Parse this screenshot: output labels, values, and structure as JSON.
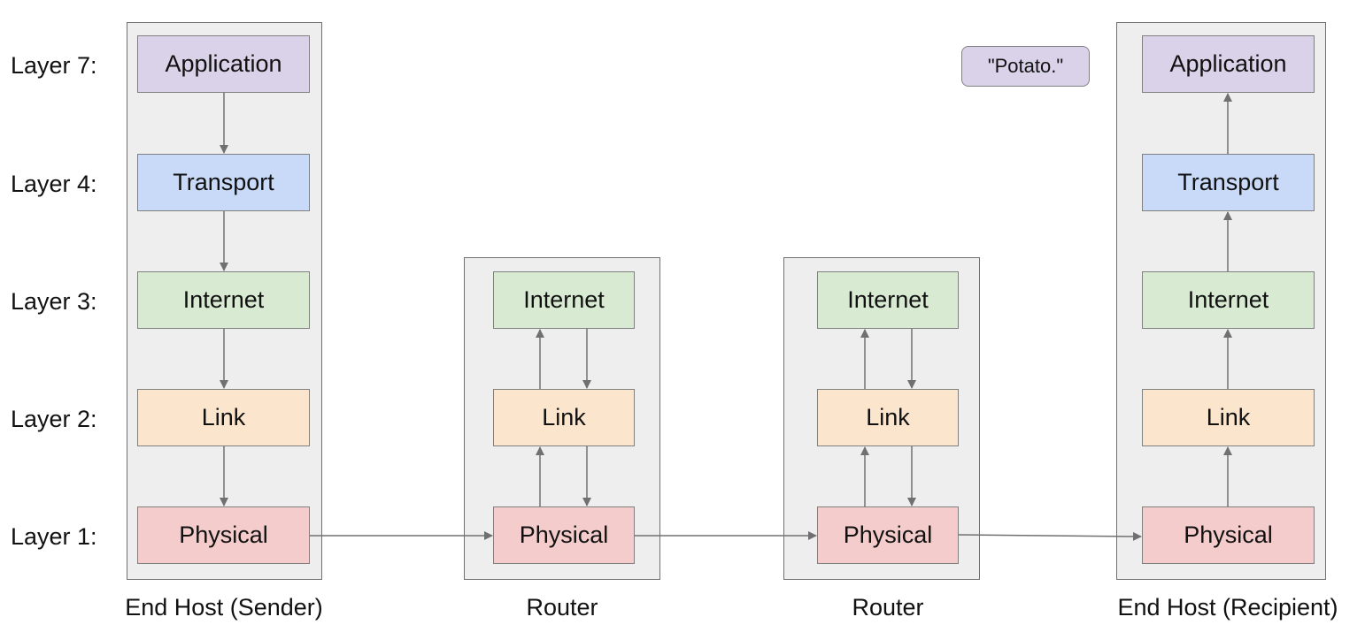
{
  "layer_labels": [
    "Layer 7:",
    "Layer 4:",
    "Layer 3:",
    "Layer 2:",
    "Layer 1:"
  ],
  "sender": {
    "caption": "End Host (Sender)",
    "application": "Application",
    "transport": "Transport",
    "internet": "Internet",
    "link": "Link",
    "physical": "Physical"
  },
  "router_1": {
    "caption": "Router",
    "internet": "Internet",
    "link": "Link",
    "physical": "Physical"
  },
  "router_2": {
    "caption": "Router",
    "internet": "Internet",
    "link": "Link",
    "physical": "Physical"
  },
  "recipient": {
    "caption": "End Host (Recipient)",
    "application": "Application",
    "transport": "Transport",
    "internet": "Internet",
    "link": "Link",
    "physical": "Physical"
  },
  "message": "\"Potato.\"",
  "colors": {
    "application": "#d9d2e9",
    "transport": "#c9daf8",
    "internet": "#d9ead3",
    "link": "#fce5cd",
    "physical": "#f4cccc",
    "node_background": "#eeeeee",
    "arrow": "#707070"
  }
}
